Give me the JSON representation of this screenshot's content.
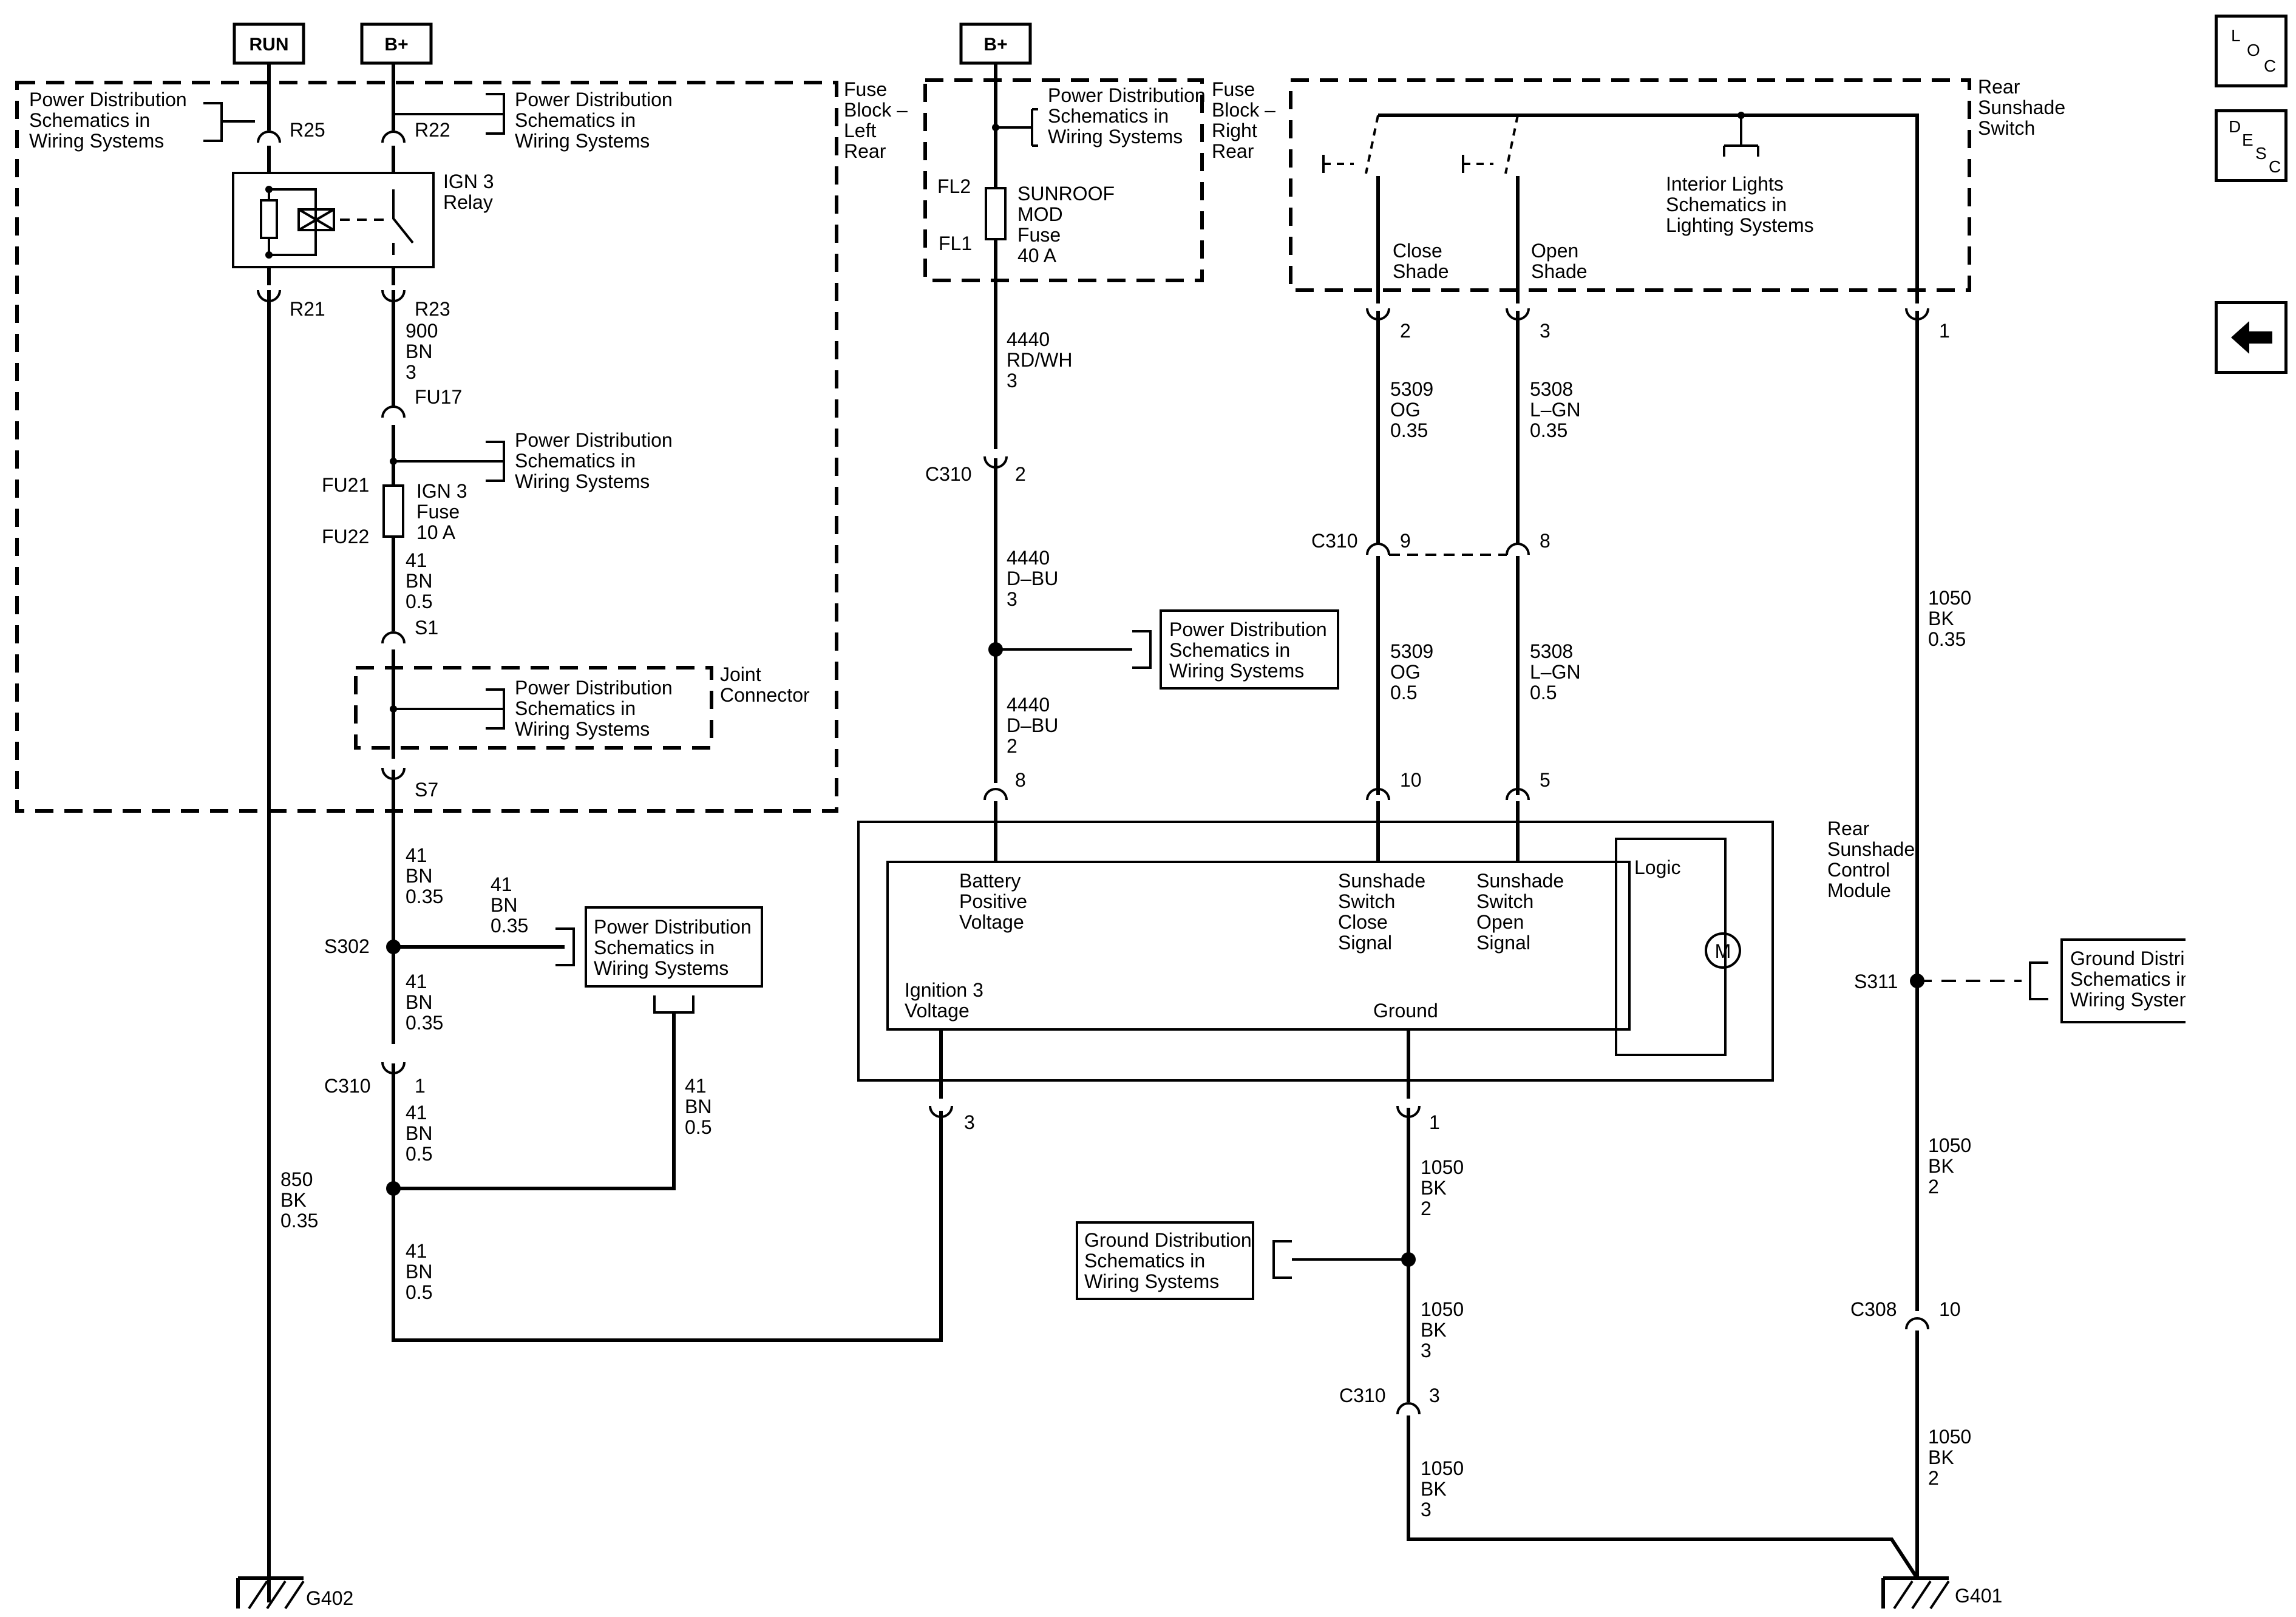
{
  "nav": {
    "loc": [
      "L",
      "O",
      "C"
    ],
    "desc": [
      "D",
      "E",
      "S",
      "C"
    ],
    "back_icon": "arrow-left-icon"
  },
  "sources": {
    "run": "RUN",
    "bplus_left": "B+",
    "bplus_right": "B+"
  },
  "pds": [
    "Power Distribution",
    "Schematics in",
    "Wiring Systems"
  ],
  "gds": [
    "Ground Distribution",
    "Schematics in",
    "Wiring Systems"
  ],
  "ild": [
    "Interior Lights",
    "Schematics in",
    "Lighting Systems"
  ],
  "fuse_block_left": [
    "Fuse",
    "Block –",
    "Left",
    "Rear"
  ],
  "fuse_block_right": [
    "Fuse",
    "Block –",
    "Right",
    "Rear"
  ],
  "relay": [
    "IGN 3",
    "Relay"
  ],
  "ign3_fuse": [
    "IGN 3",
    "Fuse",
    "10 A"
  ],
  "sunroof_fuse": [
    "SUNROOF",
    "MOD",
    "Fuse",
    "40 A"
  ],
  "joint_connector": [
    "Joint",
    "Connector"
  ],
  "switch_label": [
    "Rear",
    "Sunshade",
    "Switch"
  ],
  "close_shade": [
    "Close",
    "Shade"
  ],
  "open_shade": [
    "Open",
    "Shade"
  ],
  "module_label": [
    "Rear",
    "Sunshade",
    "Control",
    "Module"
  ],
  "module": {
    "battery": [
      "Battery",
      "Positive",
      "Voltage"
    ],
    "close_sig": [
      "Sunshade",
      "Switch",
      "Close",
      "Signal"
    ],
    "open_sig": [
      "Sunshade",
      "Switch",
      "Open",
      "Signal"
    ],
    "logic": "Logic",
    "motor": "M",
    "ign3": [
      "Ignition 3",
      "Voltage"
    ],
    "ground": "Ground"
  },
  "terminals": {
    "r25": "R25",
    "r22": "R22",
    "r21": "R21",
    "r23": "R23",
    "fu17": "FU17",
    "fu21": "FU21",
    "fu22": "FU22",
    "s1": "S1",
    "s7": "S7",
    "s302": "S302",
    "s311": "S311",
    "fl2": "FL2",
    "fl1": "FL1"
  },
  "connectors": {
    "c310_2": [
      "C310",
      "2"
    ],
    "c310_1": [
      "C310",
      "1"
    ],
    "c310_9": [
      "C310",
      "9"
    ],
    "c310_8": "8",
    "c310_3": [
      "C310",
      "3"
    ],
    "c308_10": [
      "C308",
      "10"
    ],
    "mod_8": "8",
    "mod_10": "10",
    "mod_5": "5",
    "mod_3": "3",
    "mod_1": "1",
    "sw_2": "2",
    "sw_3": "3",
    "sw_1": "1"
  },
  "wires": {
    "w900": [
      "900",
      "BN",
      "3"
    ],
    "w41_05a": [
      "41",
      "BN",
      "0.5"
    ],
    "w41_035a": [
      "41",
      "BN",
      "0.35"
    ],
    "w41_035b": [
      "41",
      "BN",
      "0.35"
    ],
    "w41_035c": [
      "41",
      "BN",
      "0.35"
    ],
    "w41_05b": [
      "41",
      "BN",
      "0.5"
    ],
    "w41_05c": [
      "41",
      "BN",
      "0.5"
    ],
    "w41_05d": [
      "41",
      "BN",
      "0.5"
    ],
    "w850": [
      "850",
      "BK",
      "0.35"
    ],
    "w4440_rdwh": [
      "4440",
      "RD/WH",
      "3"
    ],
    "w4440_dbu3": [
      "4440",
      "D–BU",
      "3"
    ],
    "w4440_dbu2": [
      "4440",
      "D–BU",
      "2"
    ],
    "w5309a": [
      "5309",
      "OG",
      "0.35"
    ],
    "w5309b": [
      "5309",
      "OG",
      "0.5"
    ],
    "w5308a": [
      "5308",
      "L–GN",
      "0.35"
    ],
    "w5308b": [
      "5308",
      "L–GN",
      "0.5"
    ],
    "w1050_035": [
      "1050",
      "BK",
      "0.35"
    ],
    "w1050_2a": [
      "1050",
      "BK",
      "2"
    ],
    "w1050_2b": [
      "1050",
      "BK",
      "2"
    ],
    "w1050_2c": [
      "1050",
      "BK",
      "2"
    ],
    "w1050_3a": [
      "1050",
      "BK",
      "3"
    ],
    "w1050_3b": [
      "1050",
      "BK",
      "3"
    ]
  },
  "grounds": {
    "g402": "G402",
    "g401": "G401"
  }
}
